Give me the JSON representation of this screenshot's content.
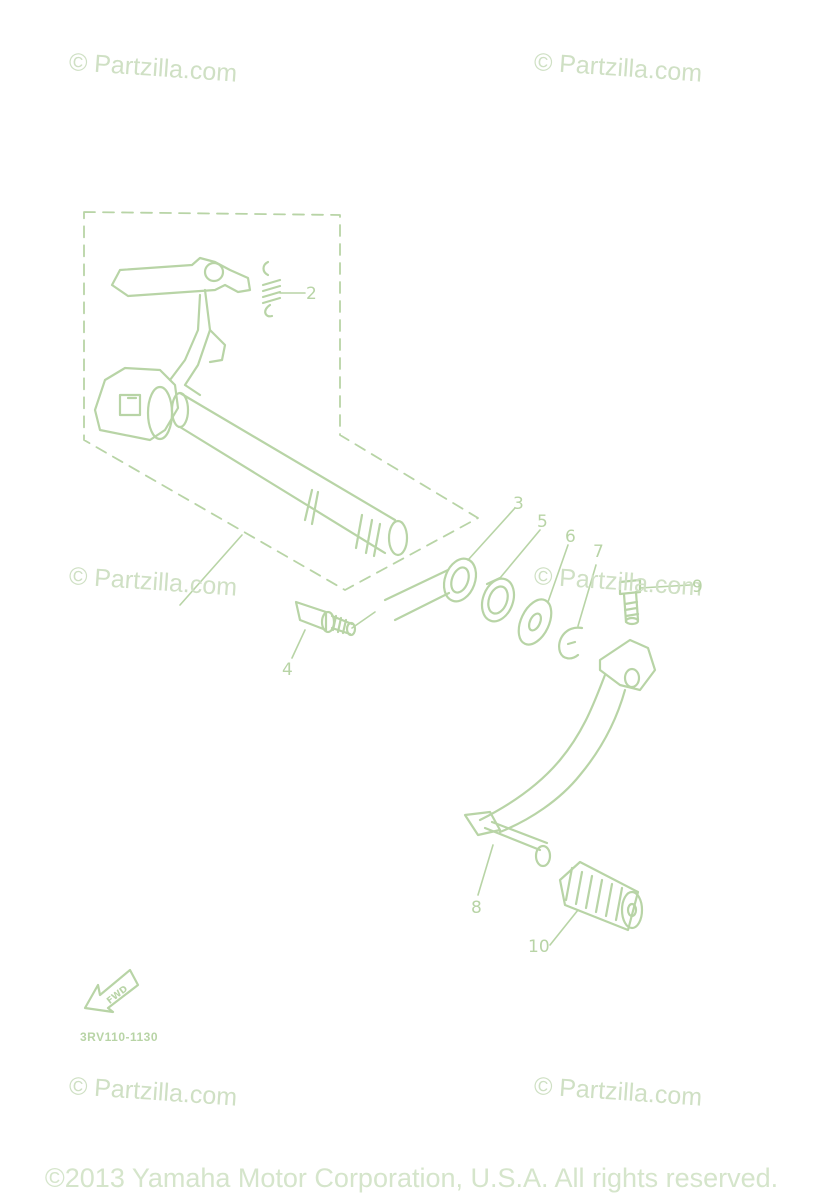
{
  "watermarks": [
    {
      "text": "© Partzilla.com"
    },
    {
      "text": "© Partzilla.com"
    },
    {
      "text": "© Partzilla.com"
    },
    {
      "text": "© Partzilla.com"
    },
    {
      "text": "© Partzilla.com"
    },
    {
      "text": "© Partzilla.com"
    }
  ],
  "callouts": [
    "2",
    "3",
    "4",
    "5",
    "6",
    "7",
    "8",
    "9",
    "10"
  ],
  "fwd_label": "FWD",
  "diagram_code": "3RV110-1130",
  "copyright": "©2013 Yamaha Motor Corporation, U.S.A. All rights reserved.",
  "colors": {
    "line": "#b8d4a6",
    "watermark": "#cfe0c4"
  }
}
